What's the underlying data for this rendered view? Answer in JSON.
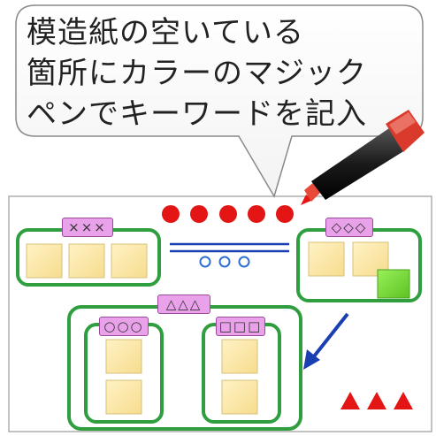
{
  "callout": {
    "lines": [
      "模造紙の空いている",
      "箇所にカラーのマジック",
      "ペンでキーワードを記入"
    ]
  },
  "labels": {
    "cross": "×××",
    "diamond": "◇◇◇",
    "triangle": "△△△",
    "circle": "○○○",
    "square": "□□□"
  },
  "colors": {
    "group_border": "#2e9e3e",
    "sticky_note": "#fbe7a6",
    "sticky_green": "#7ddc3a",
    "label_fill": "#e9a2e9",
    "red_mark": "#e31515",
    "blue_mark": "#1a3fb3"
  },
  "icons": [
    "marker-pen-icon",
    "arrow-icon"
  ]
}
